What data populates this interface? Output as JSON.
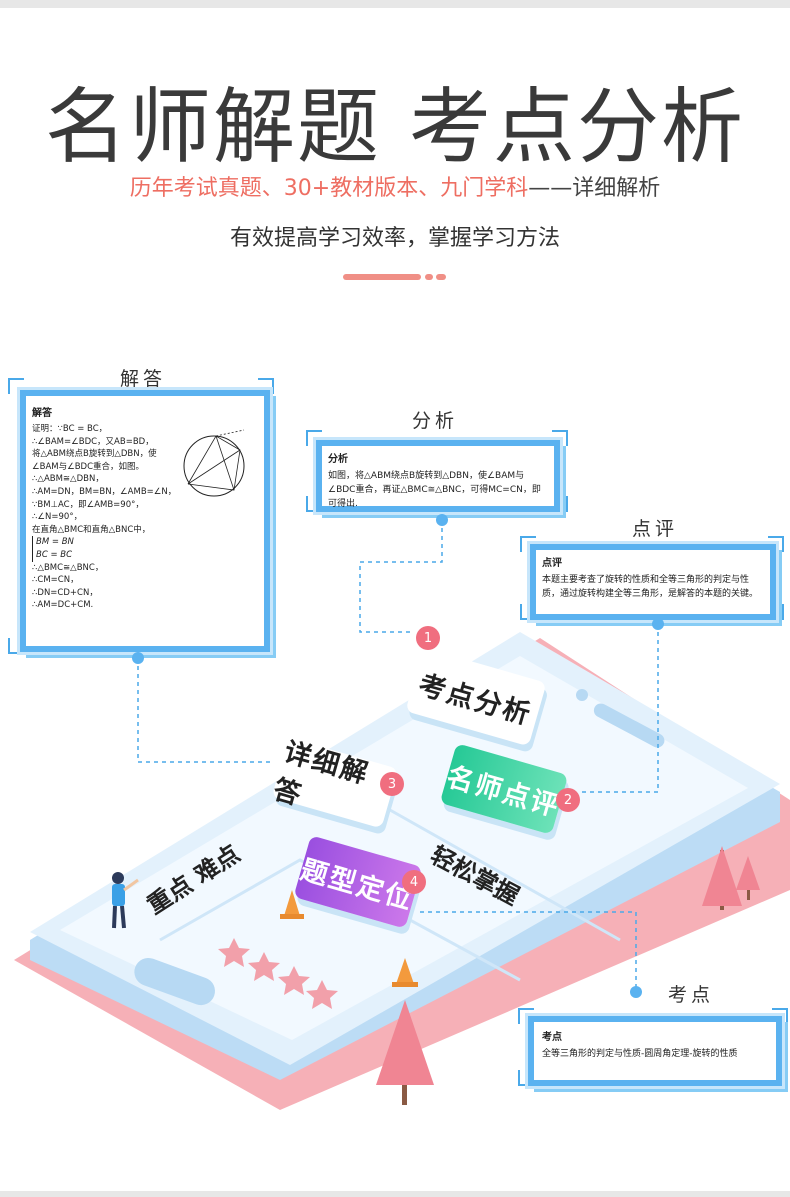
{
  "header": {
    "title": "名师解题  考点分析",
    "subtitle_red": "历年考试真题、30+教材版本、九门学科",
    "subtitle_rest": "——详细解析",
    "tagline": "有效提高学习效率，掌握学习方法"
  },
  "labels": {
    "jieda": "解答",
    "fenxi": "分析",
    "dianping": "点评",
    "kaodian": "考点"
  },
  "cards": {
    "jieda": {
      "title": "解答",
      "lines": [
        "证明：∵BC = BC，",
        "∴∠BAM=∠BDC，又AB=BD，",
        "将△ABM绕点B旋转到△DBN，使",
        "∠BAM与∠BDC重合，如图。",
        "∴△ABM≅△DBN，",
        "∴AM=DN，BM=BN，∠AMB=∠N，",
        "∵BM⊥AC，即∠AMB=90°，",
        "∴∠N=90°，",
        "在直角△BMC和直角△BNC中，",
        "BM = BN",
        "BC = BC",
        "∴△BMC≅△BNC，",
        "∴CM=CN，",
        "∴DN=CD+CN，",
        "∴AM=DC+CM."
      ]
    },
    "fenxi": {
      "title": "分析",
      "body": "如图，将△ABM绕点B旋转到△DBN，使∠BAM与∠BDC重合，再证△BMC≅△BNC，可得MC=CN，即可得出."
    },
    "dianping": {
      "title": "点评",
      "body": "本题主要考查了旋转的性质和全等三角形的判定与性质，通过旋转构建全等三角形，是解答的本题的关键。"
    },
    "kaodian": {
      "title": "考点",
      "body": "全等三角形的判定与性质-圆周角定理-旋转的性质"
    }
  },
  "signs": {
    "s1": {
      "num": "1",
      "text": "考点分析"
    },
    "s2": {
      "num": "2",
      "text": "名师点评"
    },
    "s3": {
      "num": "3",
      "text": "详细解答"
    },
    "s4": {
      "num": "4",
      "text": "题型定位"
    }
  },
  "floor": {
    "zhongdian": "重点 难点",
    "qingsong": "轻松掌握"
  },
  "colors": {
    "accent_blue": "#5ab2f0",
    "accent_red": "#ee6e62",
    "green_sign": "#3fd3a2",
    "purple_sign": "#b35de0",
    "phone_body": "#d7ebfb",
    "phone_shadow": "#f4a4ad"
  }
}
